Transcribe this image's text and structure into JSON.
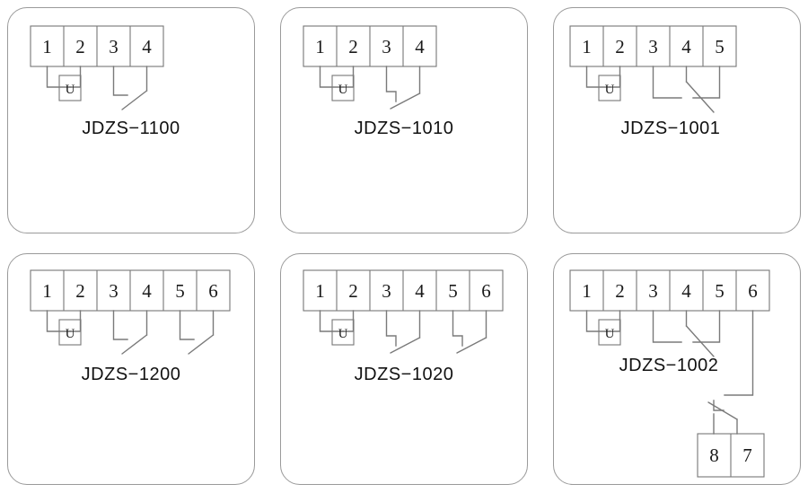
{
  "sheet": {
    "title": "JDZS relay terminal wiring diagrams",
    "background": "#ffffff",
    "stroke_color": "#7a7a7a",
    "panel_border_color": "#9a9a9a",
    "text_color": "#111111"
  },
  "panels": [
    {
      "id": "jdzs-1100",
      "label": "JDZS−1100",
      "terminals": [
        "1",
        "2",
        "3",
        "4"
      ],
      "coil_label": "U",
      "coil_terminals": [
        "1",
        "2"
      ],
      "contacts": [
        {
          "type": "normally-open",
          "terminals": [
            "3",
            "4"
          ]
        }
      ],
      "aux_block": null
    },
    {
      "id": "jdzs-1010",
      "label": "JDZS−1010",
      "terminals": [
        "1",
        "2",
        "3",
        "4"
      ],
      "coil_label": "U",
      "coil_terminals": [
        "1",
        "2"
      ],
      "contacts": [
        {
          "type": "normally-closed",
          "terminals": [
            "3",
            "4"
          ]
        }
      ],
      "aux_block": null
    },
    {
      "id": "jdzs-1001",
      "label": "JDZS−1001",
      "terminals": [
        "1",
        "2",
        "3",
        "4",
        "5"
      ],
      "coil_label": "U",
      "coil_terminals": [
        "1",
        "2"
      ],
      "contacts": [
        {
          "type": "changeover",
          "terminals": [
            "3",
            "4",
            "5"
          ],
          "common": "4"
        }
      ],
      "aux_block": null
    },
    {
      "id": "jdzs-1200",
      "label": "JDZS−1200",
      "terminals": [
        "1",
        "2",
        "3",
        "4",
        "5",
        "6"
      ],
      "coil_label": "U",
      "coil_terminals": [
        "1",
        "2"
      ],
      "contacts": [
        {
          "type": "normally-open",
          "terminals": [
            "3",
            "4"
          ]
        },
        {
          "type": "normally-open",
          "terminals": [
            "5",
            "6"
          ]
        }
      ],
      "aux_block": null
    },
    {
      "id": "jdzs-1020",
      "label": "JDZS−1020",
      "terminals": [
        "1",
        "2",
        "3",
        "4",
        "5",
        "6"
      ],
      "coil_label": "U",
      "coil_terminals": [
        "1",
        "2"
      ],
      "contacts": [
        {
          "type": "normally-closed",
          "terminals": [
            "3",
            "4"
          ]
        },
        {
          "type": "normally-closed",
          "terminals": [
            "5",
            "6"
          ]
        }
      ],
      "aux_block": null
    },
    {
      "id": "jdzs-1002",
      "label": "JDZS−1002",
      "terminals": [
        "1",
        "2",
        "3",
        "4",
        "5",
        "6"
      ],
      "coil_label": "U",
      "coil_terminals": [
        "1",
        "2"
      ],
      "contacts": [
        {
          "type": "changeover",
          "terminals": [
            "3",
            "4",
            "5"
          ],
          "common": "4"
        },
        {
          "type": "normally-closed",
          "terminals": [
            "6",
            "8",
            "7"
          ]
        }
      ],
      "aux_block": {
        "terminals": [
          "8",
          "7"
        ]
      }
    }
  ]
}
